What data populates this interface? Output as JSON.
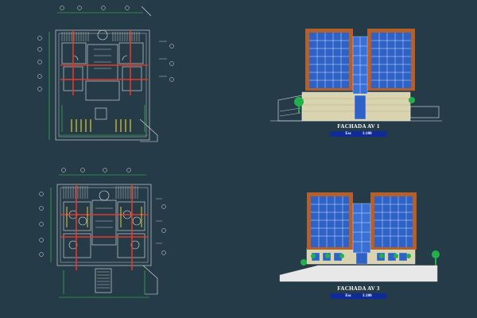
{
  "colors": {
    "background": "#253b47",
    "glass": "#2e62c7",
    "glass_grid": "#d7e6ff",
    "frame": "#b5602a",
    "label_band": "#0f2a9a",
    "plan_lines": "#e8e8e8",
    "red_axis": "#e03a2a",
    "green_lines": "#3ad24a",
    "yellow_lines": "#e6c83a",
    "tree": "#21b04a"
  },
  "drawings": {
    "plan_top": {
      "icon": "floor-plan-drawing"
    },
    "plan_bottom": {
      "icon": "floor-plan-drawing"
    },
    "facade_1": {
      "icon": "building-facade-drawing",
      "title": "FACHADA AV 1",
      "scale_label": "Esc",
      "scale_value": "1:100"
    },
    "facade_2": {
      "icon": "building-facade-drawing",
      "title": "FACHADA AV 3",
      "scale_label": "Esc",
      "scale_value": "1:100"
    }
  }
}
